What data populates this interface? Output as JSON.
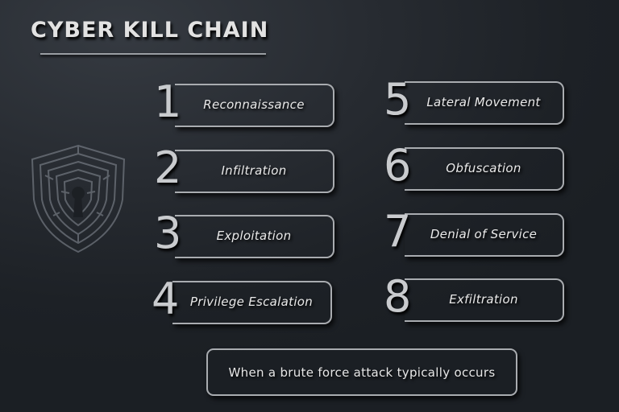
{
  "header": {
    "title": "CYBER KILL CHAIN"
  },
  "decoration": {
    "icon": "maze-shield-keyhole-icon"
  },
  "steps": [
    {
      "number": "1",
      "label": "Reconnaissance"
    },
    {
      "number": "2",
      "label": "Infiltration"
    },
    {
      "number": "3",
      "label": "Exploitation"
    },
    {
      "number": "4",
      "label": "Privilege Escalation"
    },
    {
      "number": "5",
      "label": "Lateral Movement"
    },
    {
      "number": "6",
      "label": "Obfuscation"
    },
    {
      "number": "7",
      "label": "Denial of Service"
    },
    {
      "number": "8",
      "label": "Exfiltration"
    }
  ],
  "footer": {
    "text": "When a brute force attack typically occurs"
  },
  "colors": {
    "background": "#1e2227",
    "text": "#e6e6e6",
    "border": "#a9acb0"
  }
}
